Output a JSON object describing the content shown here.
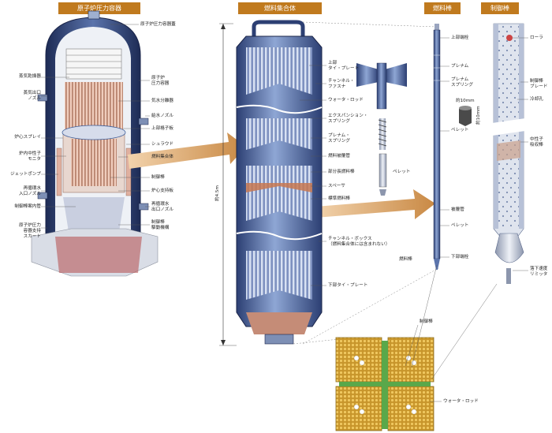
{
  "headers": {
    "pressure_vessel": "原子炉圧力容器",
    "fuel_assembly": "燃料集合体",
    "fuel_rod": "燃料棒",
    "control_rod": "制御棒"
  },
  "pressure_vessel_labels": {
    "left": [
      "蒸気乾燥器",
      "蒸気出口\nノズル",
      "炉心スプレイ",
      "炉内中性子\nモニタ",
      "ジェットポンプ",
      "再循環水\n入口ノズル",
      "制御棒案内管",
      "原子炉圧力\n容器支持\nスカート"
    ],
    "right": [
      "原子炉圧力容器蓋",
      "原子炉\n圧力容器",
      "気水分離器",
      "給水ノズル",
      "上部格子板",
      "シュラウド",
      "燃料集合体",
      "制御棒",
      "炉心支持板",
      "再循環水\n出口ノズル",
      "制御棒\n駆動機構"
    ]
  },
  "fuel_assembly_labels": {
    "upper_tie_plate": "上部\nタイ・プレート",
    "channel_fastener": "チャンネル・\nファスナ",
    "water_rod": "ウォータ・ロッド",
    "expansion_spring": "エクスパンション・\nスプリング",
    "plenum_spring": "プレナム・\nスプリング",
    "cladding_tube": "燃料被覆管",
    "pellet": "ペレット",
    "partial_rod": "部分長燃料棒",
    "spacer": "スペーサ",
    "standard_rod": "標準燃料棒",
    "channel_box": "チャンネル・ボックス\n（燃料集合体には含まれない）",
    "lower_tie_plate": "下部タイ・プレート",
    "height": "約4.5m",
    "fuel_rod_ref": "燃料棒",
    "control_rod_ref": "制御棒",
    "water_rod_ref": "ウォータ・ロッド"
  },
  "fuel_rod_labels": {
    "upper_plug": "上部端栓",
    "plenum": "プレナム",
    "plenum_spring": "プレナム\nスプリング",
    "pellet_dim_w": "約10mm",
    "pellet_dim_h": "約10mm",
    "pellet_top": "ペレット",
    "cladding": "被覆管",
    "pellet": "ペレット",
    "lower_plug": "下部端栓"
  },
  "control_rod_labels": {
    "roller": "ローラ",
    "blade": "制御棒\nブレード",
    "cooling_hole": "冷却孔",
    "absorber": "中性子\n吸収棒",
    "velocity_limiter": "落下速度\nリミッタ"
  },
  "colors": {
    "header_bg": "#c07a1e",
    "steel_blue": "#3f5f9a",
    "arrow": "#d9a56a",
    "fuel_pink": "#e7b9a5",
    "copper": "#c87850",
    "yellow_grid": "#d5a93a",
    "cross_green": "#5aa84a"
  }
}
